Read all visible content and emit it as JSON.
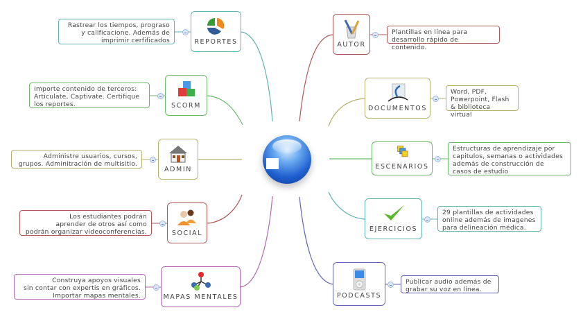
{
  "colors": {
    "teal": "#5fb3b3",
    "green": "#6ab86a",
    "olive": "#b5b06a",
    "red": "#b05858",
    "purple": "#b06ab0",
    "blue": "#6464b4"
  },
  "left": [
    {
      "label": "REPORTES",
      "icon": "pie-chart-icon",
      "note": "Rastrear los tiempos, prograso\ny calificacione.  Además de\nimprimir cerfificados"
    },
    {
      "label": "SCORM",
      "icon": "cubes-icon",
      "note": "Importe contenido de terceros:\nArticulate, Captivate. Certifique\nlos reportes."
    },
    {
      "label": "ADMIN",
      "icon": "house-icon",
      "note": "Administre usuarios, cursos,\ngrupos. Adminitración de multisitio."
    },
    {
      "label": "SOCIAL",
      "icon": "users-icon",
      "note": "Los estudiantes podrán\naprender de otros así como\npodrán organizar videoconferencias."
    },
    {
      "label": "MAPAS MENTALES",
      "icon": "mind-map-icon",
      "note": "Construya apoyos visuales\nsin contar con expertis en gráficos.\nImportar mapas mentales."
    }
  ],
  "right": [
    {
      "label": "AUTOR",
      "icon": "pens-icon",
      "note": "Plantillas en línea para\ndesarrollo rápido de contenido."
    },
    {
      "label": "DOCUMENTOS",
      "icon": "document-icon",
      "note": "Word, PDF,\nPowerpoint, Flash\n& biblioteca virtual"
    },
    {
      "label": "ESCENARIOS",
      "icon": "windows-icon",
      "note": "Estructuras de aprendizaje por\ncapitulos, semanas o actividades\nademás de construcción de\ncasos de estudio"
    },
    {
      "label": "EJERCICIOS",
      "icon": "checkmark-icon",
      "note": "29 plantillas de actividades\nonline además de imagenes\npara delineación médica."
    },
    {
      "label": "PODCASTS",
      "icon": "ipod-icon",
      "note": "Publicar audio además de\ngrabar su voz en línea."
    }
  ]
}
